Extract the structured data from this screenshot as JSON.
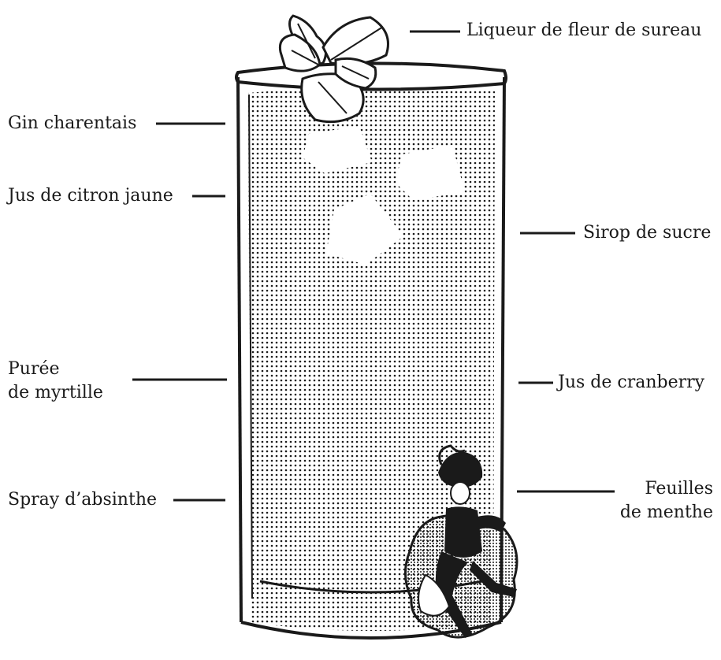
{
  "labels": {
    "elderflower": "Liqueur de fleur de sureau",
    "gin": "Gin charentais",
    "lemon": "Jus de citron jaune",
    "syrup": "Sirop de sucre",
    "blueberry_line1": "Purée",
    "blueberry_line2": "de myrtille",
    "cranberry": "Jus de cranberry",
    "absinthe": "Spray d’absinthe",
    "mint_line1": "Feuilles",
    "mint_line2": "de menthe"
  },
  "colors": {
    "ink": "#1a1a1a",
    "background": "#ffffff"
  },
  "icons": {
    "garnish": "mint-leaf-icon",
    "figure": "cancan-dancer-icon",
    "ice": "ice-cube-icon"
  }
}
